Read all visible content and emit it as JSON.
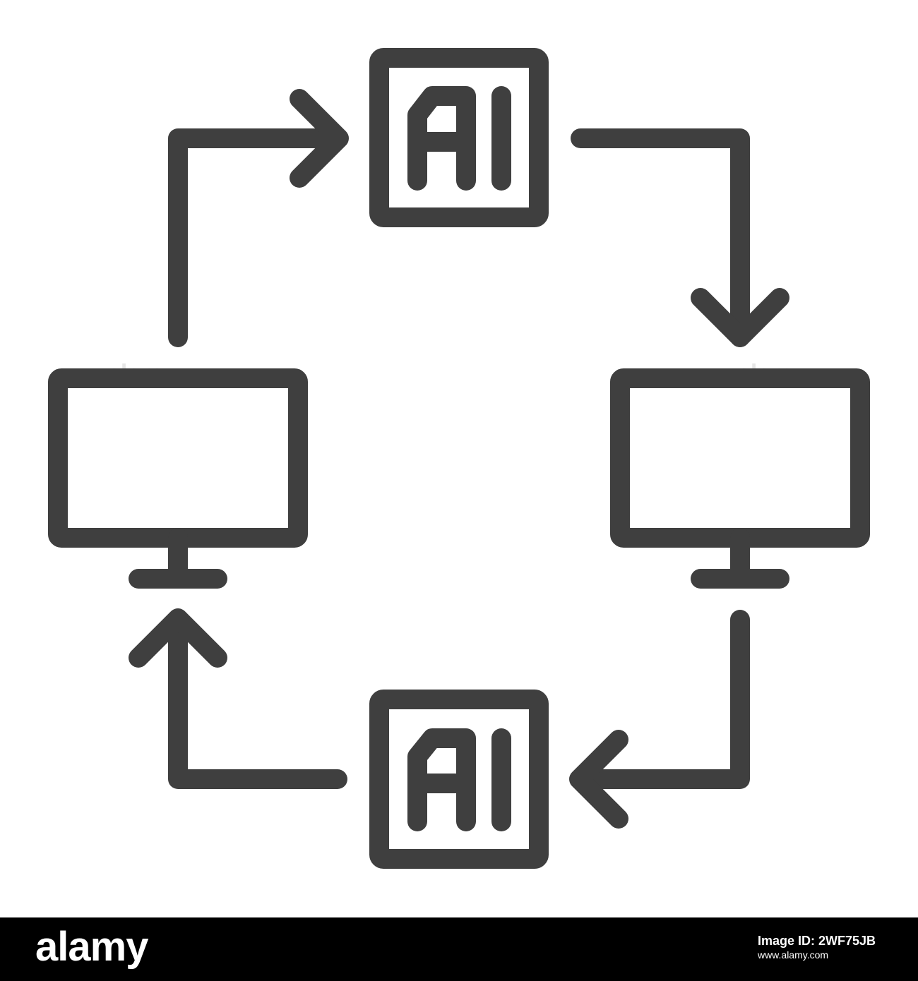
{
  "diagram": {
    "nodes": [
      {
        "id": "ai-top",
        "kind": "ai-chip",
        "label": "AI"
      },
      {
        "id": "monitor-right",
        "kind": "monitor"
      },
      {
        "id": "ai-bottom",
        "kind": "ai-chip",
        "label": "AI"
      },
      {
        "id": "monitor-left",
        "kind": "monitor"
      }
    ],
    "edges": [
      {
        "from": "monitor-left",
        "to": "ai-top"
      },
      {
        "from": "ai-top",
        "to": "monitor-right"
      },
      {
        "from": "monitor-right",
        "to": "ai-bottom"
      },
      {
        "from": "ai-bottom",
        "to": "monitor-left"
      }
    ],
    "colors": {
      "stroke": "#3f3f3f",
      "background": "#ffffff"
    }
  },
  "watermark": {
    "text": "alamy"
  },
  "footer": {
    "logo": "alamy",
    "id_label": "Image ID: 2WF75JB",
    "url": "www.alamy.com"
  }
}
